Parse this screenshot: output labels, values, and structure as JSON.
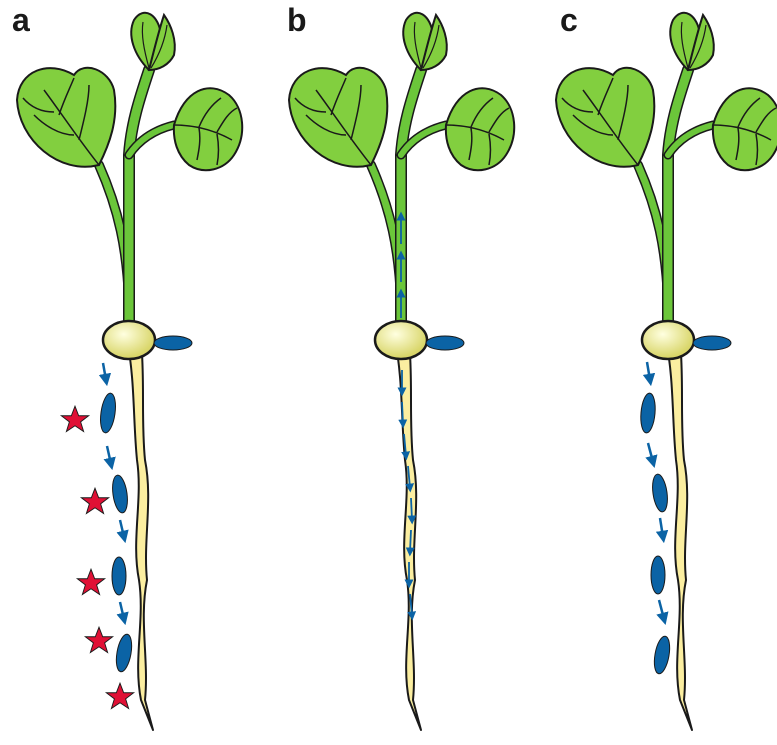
{
  "panels": [
    {
      "label": "a"
    },
    {
      "label": "b"
    },
    {
      "label": "c"
    }
  ],
  "colors": {
    "leaf": "#82cf3f",
    "stem": "#6bc63a",
    "root": "#fbeea0",
    "seed": "#f2f0a0",
    "nodule": "#0b63a5",
    "arrow": "#0b63a5",
    "star": "#e01035",
    "outline": "#1a1a1a"
  }
}
